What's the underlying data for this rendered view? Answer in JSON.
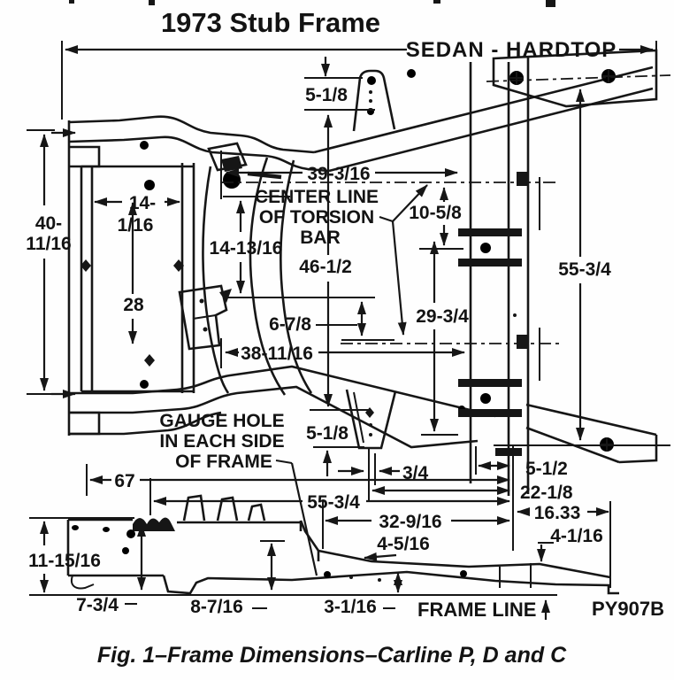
{
  "figure": {
    "title": "1973 Stub Frame",
    "body_style": "SEDAN - HARDTOP",
    "drawing_code": "PY907B",
    "caption": "Fig. 1–Frame Dimensions–Carline P, D and C"
  },
  "callouts": {
    "torsion_bar": {
      "line1": "CENTER LINE",
      "line2": "OF TORSION",
      "line3": "BAR"
    },
    "gauge_hole": {
      "line1": "GAUGE HOLE",
      "line2": "IN EACH SIDE",
      "line3": "OF FRAME"
    },
    "frame_line": "FRAME LINE"
  },
  "dimensions": {
    "upper_mount": "5-1/8",
    "torsion_anchor_to_rail": "39-3/16",
    "torsion_cl_to_crossmember": "10-5/8",
    "front_width_a": "40-",
    "front_width_b": "11/16",
    "rail_spacing_a": "14-",
    "rail_spacing_b": "1/16",
    "anchor_drop": "14-13/16",
    "torsion_span": "46-1/2",
    "rear_rail_length": "55-3/4",
    "crossmember_depth": "28",
    "center_offset": "6-7/8",
    "lower_anchor_to_rail": "38-11/16",
    "crossmember_drop": "29-3/4",
    "lower_mount": "5-1/8",
    "mount_gap": "3/4",
    "sill_gap": "5-1/2",
    "overall_length": "67",
    "rear_overlap": "22-1/8",
    "gauge_span": "55-3/4",
    "rear_section": "16.33",
    "mid_span": "32-9/16",
    "gauge_offset": "4-5/16",
    "rear_tip": "4-1/16",
    "front_depth": "11-15/16",
    "front_web": "7-3/4",
    "mid_web": "8-7/16",
    "rear_web": "3-1/16"
  }
}
